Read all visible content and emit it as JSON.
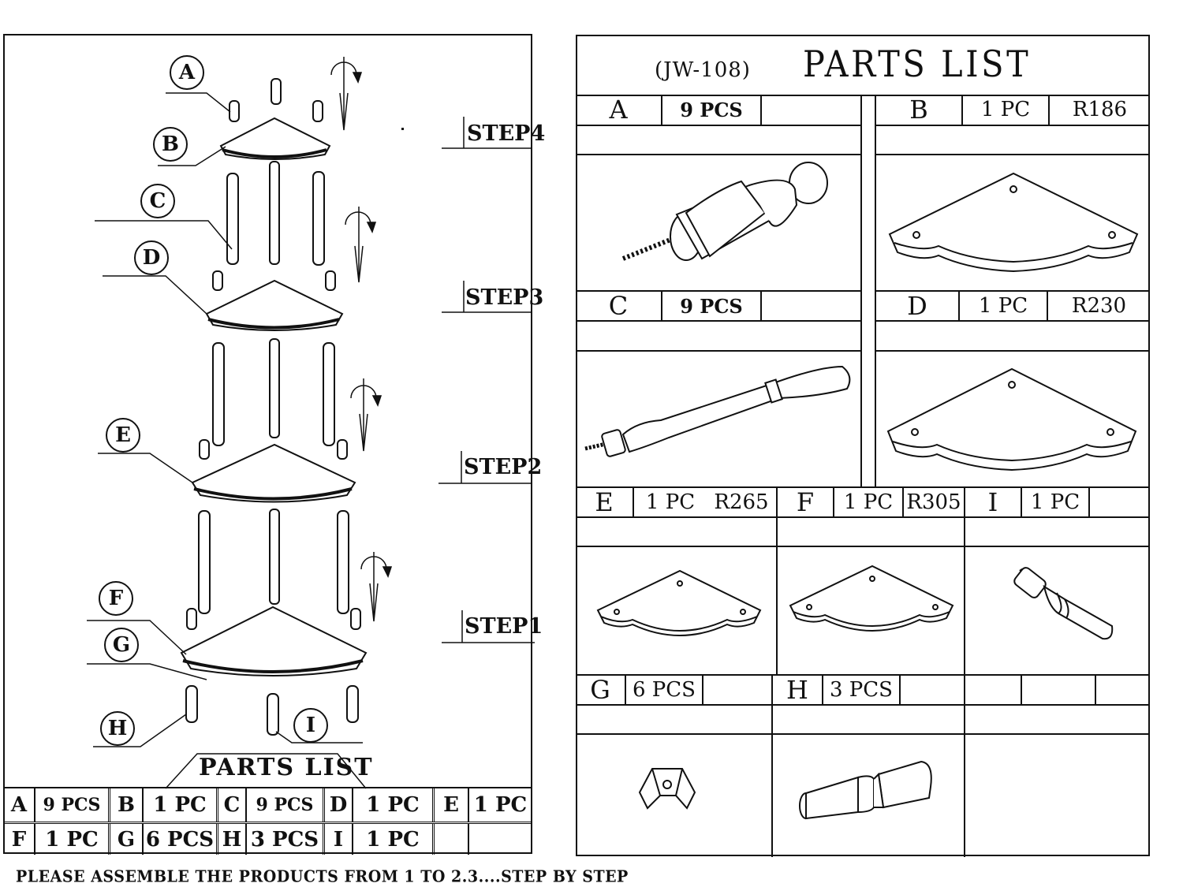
{
  "left_panel": {
    "steps": [
      "STEP4",
      "STEP3",
      "STEP2",
      "STEP1"
    ],
    "callouts": [
      "A",
      "B",
      "C",
      "D",
      "E",
      "F",
      "G",
      "H",
      "I"
    ],
    "parts_list_title": "PARTS LIST",
    "table_rows": [
      [
        {
          "letter": "A",
          "qty": "9 PCS"
        },
        {
          "letter": "B",
          "qty": "1 PC"
        },
        {
          "letter": "C",
          "qty": "9 PCS"
        },
        {
          "letter": "D",
          "qty": "1 PC"
        },
        {
          "letter": "E",
          "qty": "1 PC"
        }
      ],
      [
        {
          "letter": "F",
          "qty": "1 PC"
        },
        {
          "letter": "G",
          "qty": "6 PCS"
        },
        {
          "letter": "H",
          "qty": "3 PCS"
        },
        {
          "letter": "I",
          "qty": "1 PC"
        },
        {
          "letter": "",
          "qty": ""
        }
      ]
    ]
  },
  "right_panel": {
    "model": "(JW-108)",
    "title": "PARTS LIST",
    "parts": [
      {
        "letter": "A",
        "qty": "9 PCS",
        "size": "",
        "icon": "knob-finial-icon"
      },
      {
        "letter": "B",
        "qty": "1 PC",
        "size": "R186",
        "icon": "corner-shelf-icon"
      },
      {
        "letter": "C",
        "qty": "9 PCS",
        "size": "",
        "icon": "spindle-post-icon"
      },
      {
        "letter": "D",
        "qty": "1 PC",
        "size": "R230",
        "icon": "corner-shelf-icon"
      },
      {
        "letter": "E",
        "qty": "1 PC",
        "size": "R265",
        "icon": "corner-shelf-icon"
      },
      {
        "letter": "F",
        "qty": "1 PC",
        "size": "R305",
        "icon": "corner-shelf-icon"
      },
      {
        "letter": "I",
        "qty": "1 PC",
        "size": "",
        "icon": "short-leg-icon"
      },
      {
        "letter": "G",
        "qty": "6 PCS",
        "size": "",
        "icon": "bracket-clip-icon"
      },
      {
        "letter": "H",
        "qty": "3 PCS",
        "size": "",
        "icon": "foot-leg-icon"
      }
    ]
  },
  "footer": "PLEASE ASSEMBLE THE PRODUCTS FROM 1 TO 2.3....STEP BY STEP"
}
